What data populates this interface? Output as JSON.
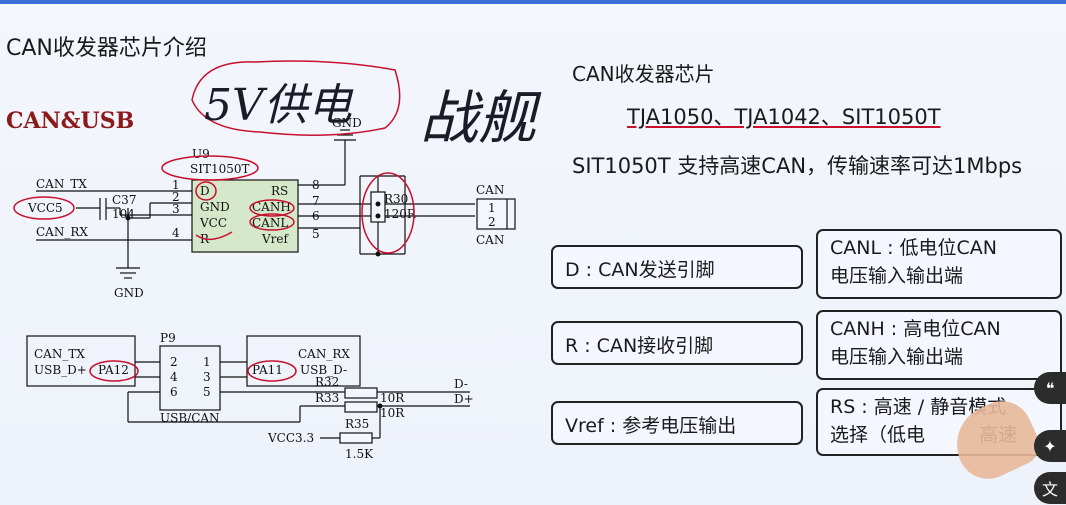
{
  "title": "CAN收发器芯片介绍",
  "subtitle": "CAN&USB",
  "handwritten": {
    "left": "5V供电",
    "right": "战舰"
  },
  "right": {
    "heading": "CAN收发器芯片",
    "chips": "TJA1050、TJA1042、SIT1050T",
    "speed_line": "SIT1050T 支持高速CAN，传输速率可达1Mbps"
  },
  "boxes": {
    "d": "D : CAN发送引脚",
    "r": "R : CAN接收引脚",
    "vref": "Vref : 参考电压输出",
    "canl_1": "CANL : 低电位CAN",
    "canl_2": "电压输入输出端",
    "canh_1": "CANH : 高电位CAN",
    "canh_2": "电压输入输出端",
    "rs_1": "RS : 高速 / 静音模式",
    "rs_2": "选择（低电",
    "rs_2b": "高速"
  },
  "schematic": {
    "u9": "U9",
    "u9_part": "SIT1050T",
    "gnd_top": "GND",
    "gnd_bottom": "GND",
    "pin_d": "D",
    "pin_gnd": "GND",
    "pin_vcc": "VCC",
    "pin_r": "R",
    "pin_rs": "RS",
    "pin_canh": "CANH",
    "pin_canl": "CANL",
    "pin_vref": "Vref",
    "n1": "1",
    "n2": "2",
    "n3": "3",
    "n4": "4",
    "n5": "5",
    "n6": "6",
    "n7": "7",
    "n8": "8",
    "can_tx": "CAN_TX",
    "vcc5": "VCC5",
    "can_rx": "CAN_RX",
    "c37": "C37",
    "c37_val": "104",
    "r30": "R30",
    "r30_val": "120R",
    "can_top": "CAN",
    "can_bottom": "CAN",
    "conn1": "1",
    "conn2": "2",
    "p9": "P9",
    "p9_label": "USB/CAN",
    "p9_2": "2",
    "p9_1": "1",
    "p9_4": "4",
    "p9_3": "3",
    "p9_6": "6",
    "p9_5": "5",
    "l_can_tx": "CAN_TX",
    "l_usb_dp": "USB_D+",
    "l_pa12": "PA12",
    "r_can_rx": "CAN_RX",
    "r_pa11": "PA11",
    "r_usb_dm": "USB_D-",
    "r32": "R32",
    "r33": "R33",
    "r10r_a": "10R",
    "r10r_b": "10R",
    "dm": "D-",
    "dp": "D+",
    "r35": "R35",
    "r35_val": "1.5K",
    "vcc33": "VCC3.3"
  },
  "side_icons": [
    "quote-icon",
    "sparkle-icon",
    "translate-icon"
  ],
  "side_glyphs": {
    "quote": "❝",
    "sparkle": "✦",
    "translate": "文"
  }
}
